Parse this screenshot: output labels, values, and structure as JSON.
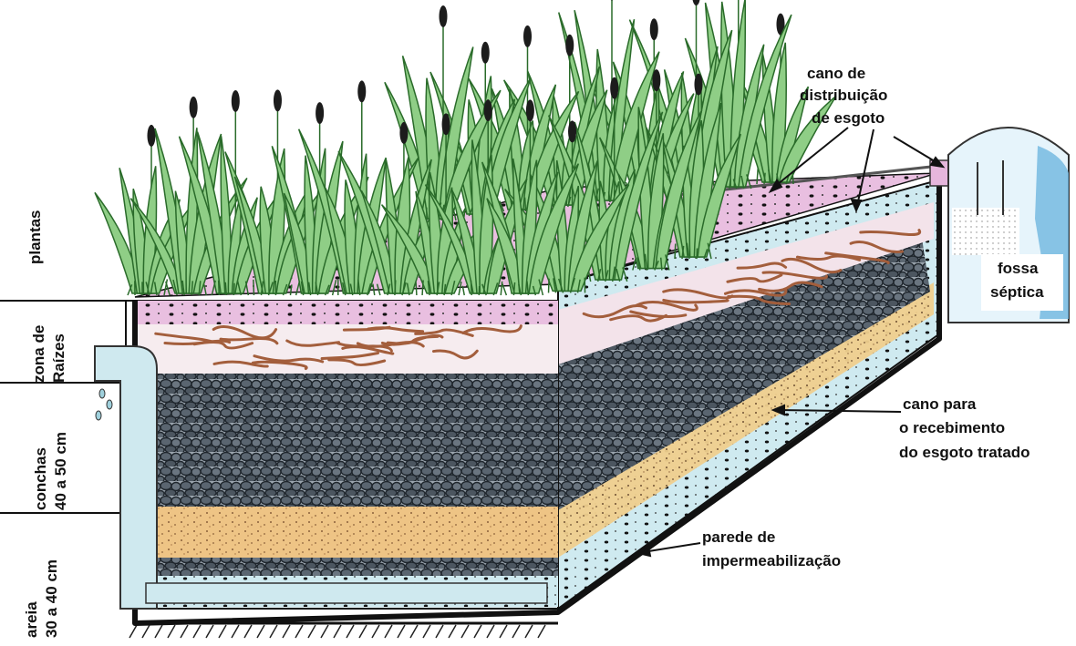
{
  "labels": {
    "distribution_pipe": [
      "cano de",
      "distribuição",
      "de esgoto"
    ],
    "septic_tank": [
      "fossa",
      "séptica"
    ],
    "treated_pipe": [
      "cano para",
      "o recebimento",
      "do esgoto tratado"
    ],
    "sealing_wall": [
      "parede de",
      "impermeabilização"
    ]
  },
  "side_labels": {
    "plants": "plantas",
    "roots": [
      "zona de",
      "Raízes"
    ],
    "shells": [
      "conchas",
      "40 a 50 cm"
    ],
    "sand": [
      "areia",
      "30 a 40 cm"
    ]
  },
  "colors": {
    "plant_leaf": "#8fce86",
    "plant_dark": "#2a6b2a",
    "soil_pink": "#e6b6dc",
    "roots": "#b9714c",
    "gravel": "#55606a",
    "sand": "#f2cd87",
    "sand_orange": "#e8a36a",
    "water_blue": "#c7e8ef",
    "outline": "#111111"
  }
}
